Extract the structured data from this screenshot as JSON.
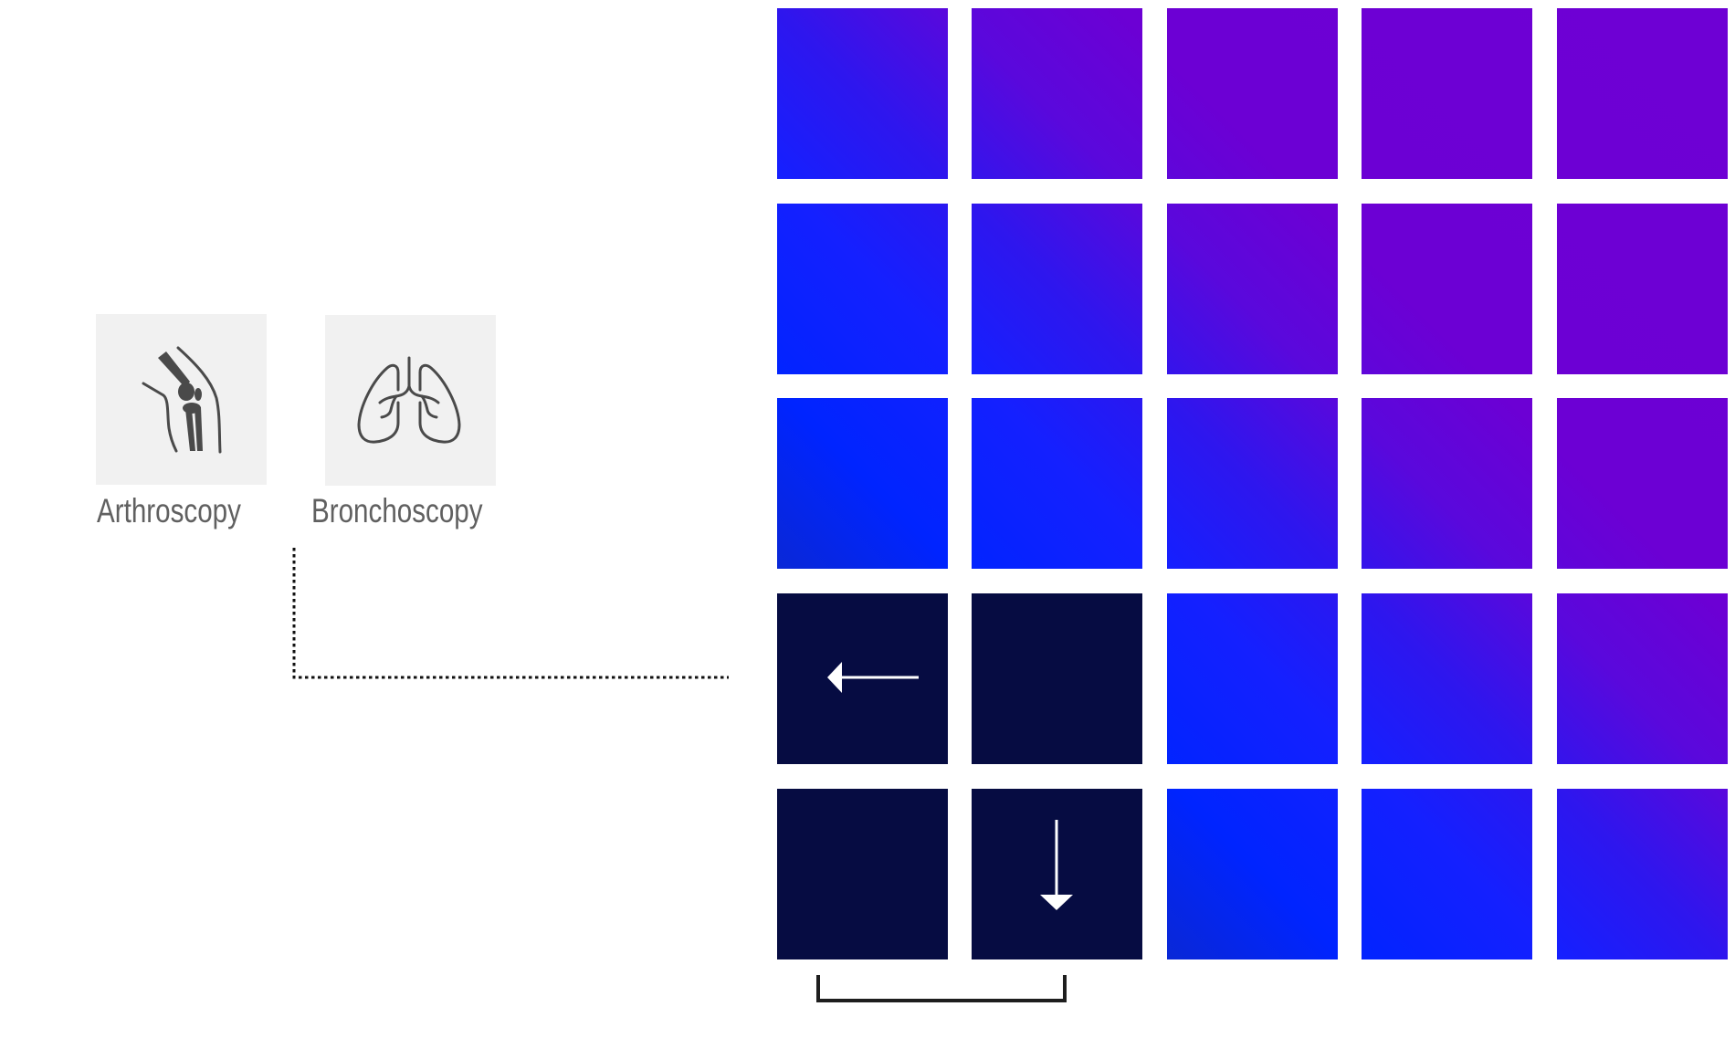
{
  "procedures": [
    {
      "label": "Arthroscopy",
      "icon": "knee-joint-icon"
    },
    {
      "label": "Bronchoscopy",
      "icon": "lungs-icon"
    }
  ],
  "grid": {
    "columns": 5,
    "rows": 5,
    "gradient_colors": [
      "#0a28d4",
      "#0024ff",
      "#2e16ee",
      "#5a08dc",
      "#6e00d4"
    ],
    "dark_tile_color": "#060c42",
    "dark_tiles": [
      {
        "col": 0,
        "row": 3,
        "icon": "arrow-left-icon"
      },
      {
        "col": 1,
        "row": 3,
        "icon": ""
      },
      {
        "col": 0,
        "row": 4,
        "icon": ""
      },
      {
        "col": 1,
        "row": 4,
        "icon": "arrow-down-icon"
      }
    ]
  },
  "connector": {
    "style": "dotted",
    "color": "#111111",
    "from": "bronchoscopy",
    "to": "grid-row-4"
  },
  "bracket": {
    "spans_columns": [
      0,
      1
    ],
    "color": "#1e1e1e"
  },
  "colors": {
    "card_background": "#f1f1f1",
    "label_text": "#606060",
    "icon_stroke": "#4a4a4a",
    "arrow": "#ffffff"
  }
}
